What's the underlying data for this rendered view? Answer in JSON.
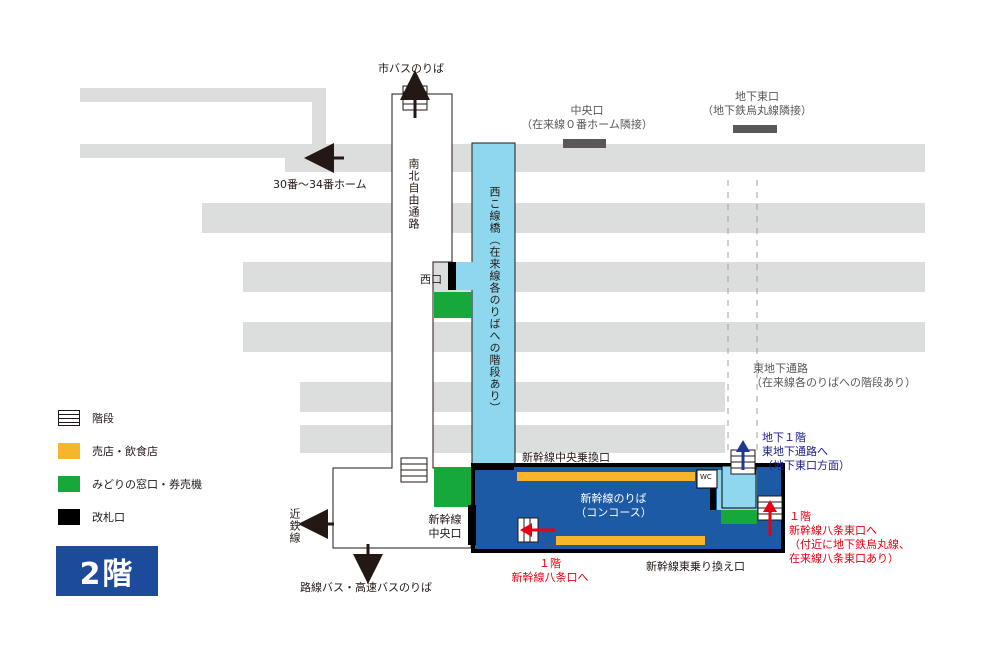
{
  "legend": {
    "stairs": "階段",
    "shops": "売店・飲食店",
    "ticket": "みどりの窓口・券売機",
    "gate": "改札口"
  },
  "floor": "2階",
  "labels": {
    "city_bus": "市バスのりば",
    "platforms": "30番～34番ホーム",
    "ns_passage": "南北自由通路",
    "west_gate": "西口",
    "kintetsu": "近鉄線",
    "road_bus": "路線バス・高速バスのりば",
    "nishikosen": "西こ線橋（在来線各のりばへの階段あり）",
    "chuo_line1": "中央口",
    "chuo_line2": "（在来線０番ホーム隣接）",
    "chika_line1": "地下東口",
    "chika_line2": "（地下鉄烏丸線隣接）",
    "east_under_line1": "東地下通路",
    "east_under_line2": "（在来線各のりばへの階段あり）",
    "shinkansen_center_transfer": "新幹線中央乗換口",
    "shinkansen_concourse_line1": "新幹線のりば",
    "shinkansen_concourse_line2": "（コンコース）",
    "shinkansen_center_gate_line1": "新幹線",
    "shinkansen_center_gate_line2": "中央口",
    "shinkansen_east_transfer": "新幹線東乗り換え口",
    "wc": "WC",
    "hachijo_line1": "１階",
    "hachijo_line2": "新幹線八条口へ",
    "b1_line1": "地下１階",
    "b1_line2": "東地下通路へ",
    "b1_line3": "（地下東口方面）",
    "east_line1": "１階",
    "east_line2": "新幹線八条東口へ",
    "east_line3": "（付近に地下鉄烏丸線、",
    "east_line4": "在来線八条東口あり）"
  },
  "colors": {
    "track": "#dcdddd",
    "bridge": "#8fd7ee",
    "concourse": "#1d5aa6",
    "shop": "#f7b52c",
    "ticket": "#16a83a",
    "gate": "#000000",
    "red_arrow": "#e60012",
    "blue_arrow": "#1d3a8f",
    "floor_badge": "#1d4b9c"
  }
}
